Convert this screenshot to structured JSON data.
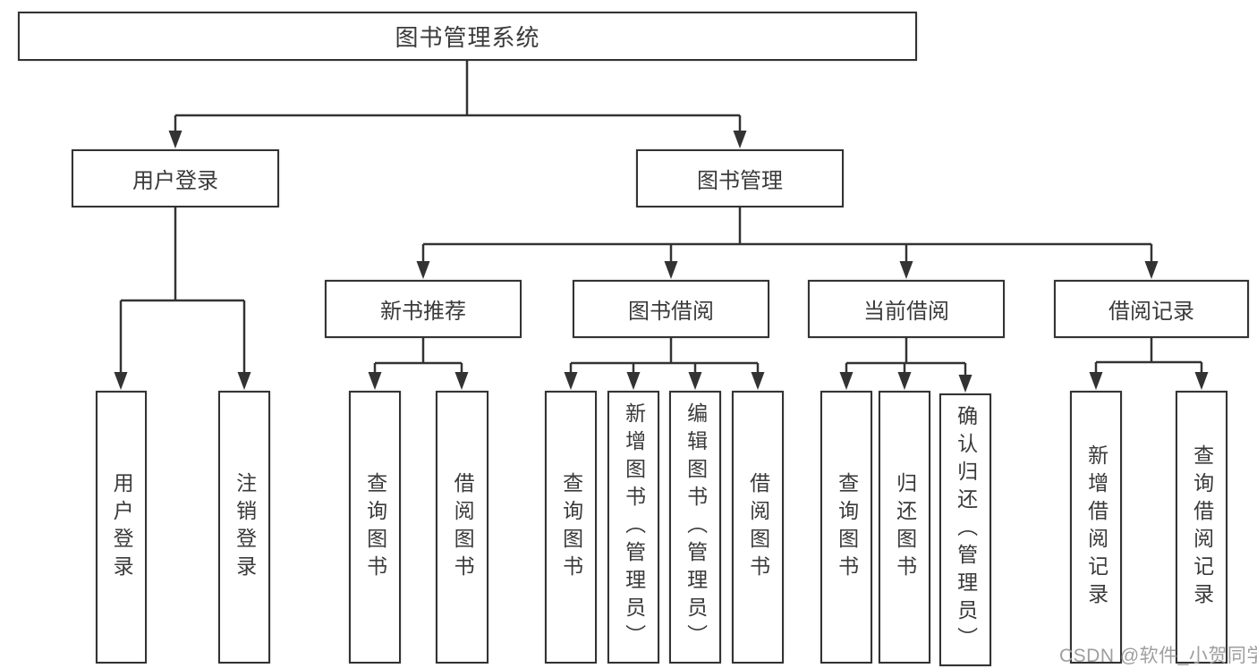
{
  "tree": {
    "root": {
      "label": "图书管理系统"
    },
    "branches": [
      {
        "label": "用户登录",
        "children": [
          {
            "label": "用户登录"
          },
          {
            "label": "注销登录"
          }
        ]
      },
      {
        "label": "图书管理",
        "groups": [
          {
            "label": "新书推荐",
            "children": [
              {
                "label": "查询图书"
              },
              {
                "label": "借阅图书"
              }
            ]
          },
          {
            "label": "图书借阅",
            "children": [
              {
                "label": "查询图书"
              },
              {
                "label": "新增图书（管理员）"
              },
              {
                "label": "编辑图书（管理员）"
              },
              {
                "label": "借阅图书"
              }
            ]
          },
          {
            "label": "当前借阅",
            "children": [
              {
                "label": "查询图书"
              },
              {
                "label": "归还图书"
              },
              {
                "label": "确认归还（管理员）"
              }
            ]
          },
          {
            "label": "借阅记录",
            "children": [
              {
                "label": "新增借阅记录"
              },
              {
                "label": "查询借阅记录"
              }
            ]
          }
        ]
      }
    ]
  },
  "watermark": {
    "text": "CSDN @软件_小贺同学",
    "color": "#9e9e9e"
  },
  "colors": {
    "line": "#333333",
    "box_border": "#333333",
    "box_fill": "#ffffff",
    "text": "#3a3a3a",
    "background": "#ffffff"
  }
}
